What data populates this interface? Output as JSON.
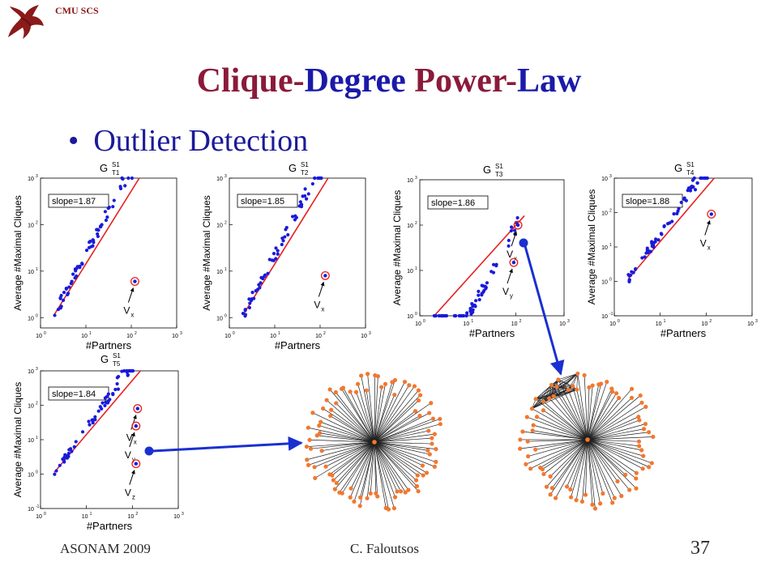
{
  "header": {
    "institution": "CMU SCS",
    "title_parts": [
      {
        "text": "Clique",
        "color": "#8b1a3a"
      },
      {
        "text": "-",
        "color": "#8b1a3a"
      },
      {
        "text": "Degree ",
        "color": "#1a1aaa"
      },
      {
        "text": "Power",
        "color": "#8b1a3a"
      },
      {
        "text": "-",
        "color": "#8b1a3a"
      },
      {
        "text": "Law",
        "color": "#1a1aaa"
      }
    ]
  },
  "bullet": "Outlier Detection",
  "footer": {
    "left": "ASONAM 2009",
    "center": "C. Faloutsos",
    "page": "37"
  },
  "colors": {
    "points": "#1a1adb",
    "fit": "#e62020",
    "node": "#f07830",
    "edge": "#202020",
    "arrow": "#1a30d0"
  },
  "chart_data": [
    {
      "type": "scatter",
      "title_main": "G",
      "title_sup": "S1",
      "title_sub": "T1",
      "slope_label": "slope=1.87",
      "xlabel": "#Partners",
      "ylabel": "Average #Maximal Cliques",
      "x_scale": "log",
      "y_scale": "log",
      "xlim": [
        1,
        1000
      ],
      "ylim": [
        0.6,
        1000
      ],
      "x_ticks": [
        "10",
        "10",
        "10",
        "10"
      ],
      "x_tick_exp": [
        "0",
        "1",
        "2",
        "3"
      ],
      "y_ticks": [
        "10",
        "10",
        "10",
        "10"
      ],
      "y_tick_exp": [
        "0",
        "1",
        "2",
        "3"
      ],
      "slope": 1.87,
      "outliers": [
        {
          "name": "x",
          "x": 120,
          "y": 6
        }
      ]
    },
    {
      "type": "scatter",
      "title_main": "G",
      "title_sup": "S1",
      "title_sub": "T2",
      "slope_label": "slope=1.85",
      "xlabel": "#Partners",
      "ylabel": "Average #Maximal Cliques",
      "x_scale": "log",
      "y_scale": "log",
      "xlim": [
        1,
        1000
      ],
      "ylim": [
        0.6,
        1000
      ],
      "x_ticks": [
        "10",
        "10",
        "10",
        "10"
      ],
      "x_tick_exp": [
        "0",
        "1",
        "2",
        "3"
      ],
      "y_ticks": [
        "10",
        "10",
        "10",
        "10"
      ],
      "y_tick_exp": [
        "0",
        "1",
        "2",
        "3"
      ],
      "slope": 1.85,
      "outliers": [
        {
          "name": "x",
          "x": 130,
          "y": 8
        }
      ]
    },
    {
      "type": "scatter",
      "title_main": "G",
      "title_sup": "S1",
      "title_sub": "T3",
      "slope_label": "slope=1.86",
      "xlabel": "#Partners",
      "ylabel": "Average #Maximal Cliques",
      "x_scale": "log",
      "y_scale": "log",
      "xlim": [
        1,
        1000
      ],
      "ylim": [
        1,
        1000
      ],
      "x_ticks": [
        "10",
        "10",
        "10",
        "10"
      ],
      "x_tick_exp": [
        "0",
        "1",
        "2",
        "3"
      ],
      "y_ticks": [
        "10",
        "10",
        "10",
        "10"
      ],
      "y_tick_exp": [
        "0",
        "1",
        "2",
        "3"
      ],
      "slope": 1.86,
      "outliers": [
        {
          "name": "x",
          "x": 110,
          "y": 100
        },
        {
          "name": "y",
          "x": 90,
          "y": 15
        }
      ]
    },
    {
      "type": "scatter",
      "title_main": "G",
      "title_sup": "S1",
      "title_sub": "T4",
      "slope_label": "slope=1.88",
      "xlabel": "#Partners",
      "ylabel": "Average #Maximal Cliques",
      "x_scale": "log",
      "y_scale": "log",
      "xlim": [
        1,
        1000
      ],
      "ylim": [
        0.1,
        1000
      ],
      "x_ticks": [
        "10",
        "10",
        "10",
        "10"
      ],
      "x_tick_exp": [
        "0",
        "1",
        "2",
        "3"
      ],
      "y_ticks": [
        "10",
        "10",
        "10",
        "10",
        "10"
      ],
      "y_tick_exp": [
        "-1",
        "0",
        "1",
        "2",
        "3"
      ],
      "slope": 1.88,
      "outliers": [
        {
          "name": "x",
          "x": 130,
          "y": 90
        }
      ]
    },
    {
      "type": "scatter",
      "title_main": "G",
      "title_sup": "S1",
      "title_sub": "T5",
      "slope_label": "slope=1.84",
      "xlabel": "#Partners",
      "ylabel": "Average #Maximal Cliques",
      "x_scale": "log",
      "y_scale": "log",
      "xlim": [
        1,
        1000
      ],
      "ylim": [
        0.1,
        1000
      ],
      "x_ticks": [
        "10",
        "10",
        "10",
        "10"
      ],
      "x_tick_exp": [
        "0",
        "1",
        "2",
        "3"
      ],
      "y_ticks": [
        "10",
        "10",
        "10",
        "10",
        "10"
      ],
      "y_tick_exp": [
        "-1",
        "0",
        "1",
        "2",
        "3"
      ],
      "slope": 1.84,
      "outliers": [
        {
          "name": "x",
          "x": 130,
          "y": 80
        },
        {
          "name": "y",
          "x": 120,
          "y": 25
        },
        {
          "name": "z",
          "x": 120,
          "y": 2
        }
      ]
    }
  ],
  "outlier_label_prefix": "V"
}
